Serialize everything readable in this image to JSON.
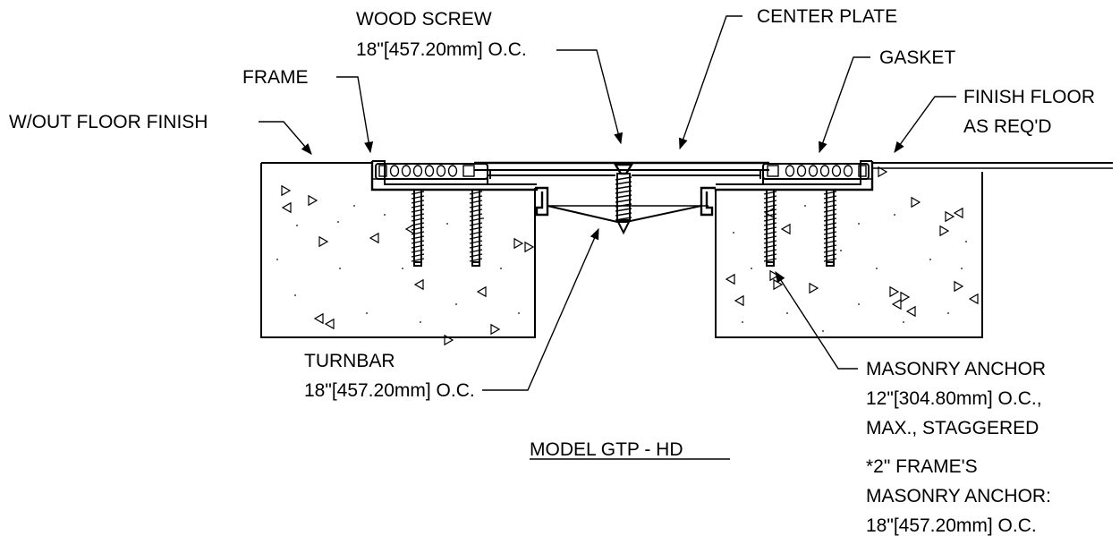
{
  "title": "MODEL GTP - HD",
  "labels": {
    "wood_screw": [
      "WOOD SCREW",
      "18\"[457.20mm] O.C."
    ],
    "center_plate": "CENTER PLATE",
    "frame": "FRAME",
    "gasket": "GASKET",
    "finish_floor": [
      "FINISH FLOOR",
      "AS REQ'D"
    ],
    "wout_floor_finish": "W/OUT FLOOR FINISH",
    "turnbar": [
      "TURNBAR",
      "18\"[457.20mm] O.C."
    ],
    "masonry_anchor": [
      "MASONRY ANCHOR",
      "12\"[304.80mm] O.C.,",
      "MAX., STAGGERED"
    ],
    "frame_note": [
      "*2\" FRAME'S",
      "MASONRY ANCHOR:",
      "18\"[457.20mm] O.C."
    ]
  },
  "colors": {
    "line": "#000000",
    "background": "#ffffff"
  }
}
